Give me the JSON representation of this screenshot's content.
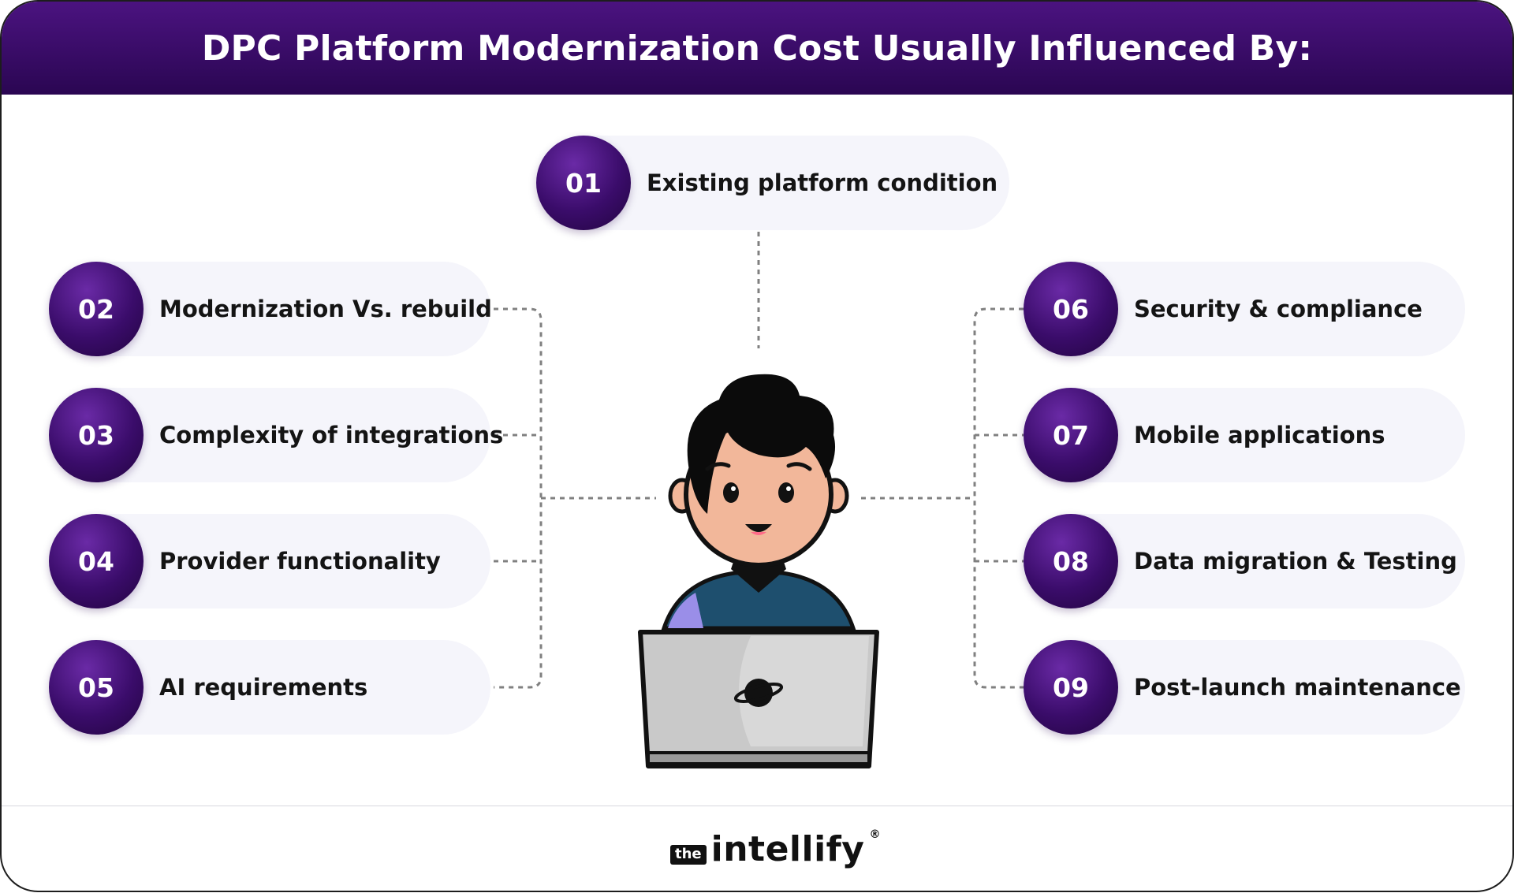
{
  "header": {
    "title": "DPC Platform Modernization Cost Usually Influenced By:"
  },
  "items": [
    {
      "number": "01",
      "label": "Existing platform condition"
    },
    {
      "number": "02",
      "label": "Modernization Vs. rebuild"
    },
    {
      "number": "03",
      "label": "Complexity of integrations"
    },
    {
      "number": "04",
      "label": "Provider functionality"
    },
    {
      "number": "05",
      "label": "AI requirements"
    },
    {
      "number": "06",
      "label": "Security & compliance"
    },
    {
      "number": "07",
      "label": "Mobile applications"
    },
    {
      "number": "08",
      "label": "Data migration & Testing"
    },
    {
      "number": "09",
      "label": "Post-launch maintenance"
    }
  ],
  "footer": {
    "logo_prefix": "the",
    "logo_word": "intellify",
    "logo_mark": "®"
  },
  "colors": {
    "header": "#3a0c6a",
    "badge": "#3a0c6a",
    "pill": "#f5f5fb",
    "connector": "#808080"
  },
  "icons": {
    "illustration": "person-at-laptop-icon"
  }
}
